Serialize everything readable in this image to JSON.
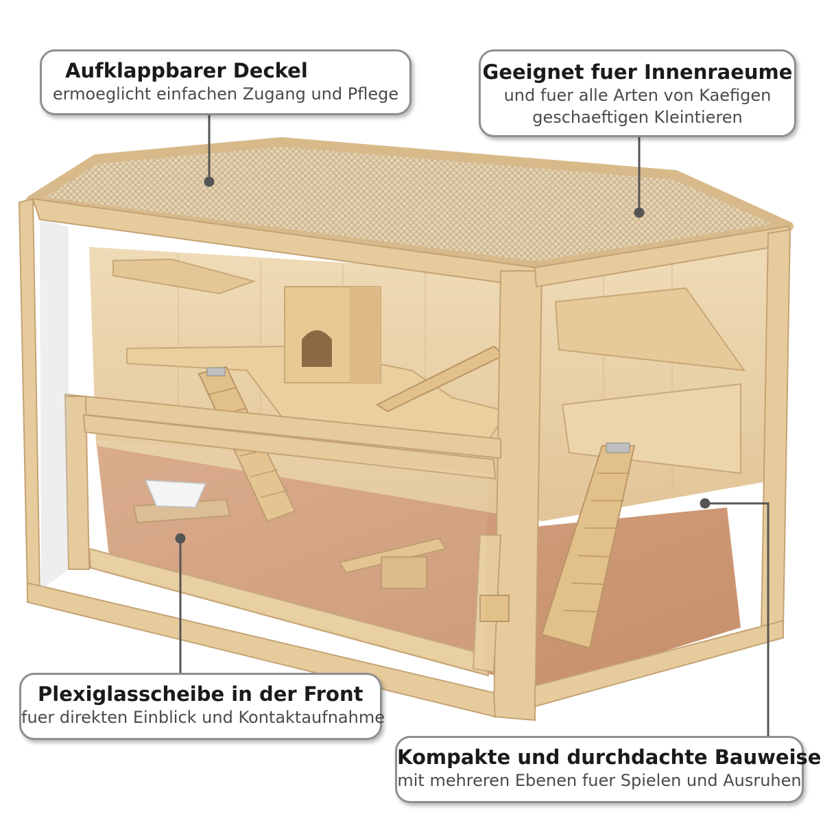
{
  "callouts": {
    "lid": {
      "title": "Aufklappbarer Deckel",
      "subtitle": "ermoeglicht einfachen Zugang und Pflege"
    },
    "indoor": {
      "title": "Geeignet fuer Innenraeume",
      "line1": "und fuer alle Arten von Kaefigen",
      "line2": "geschaeftigen Kleintieren"
    },
    "front": {
      "title": "Plexiglasscheibe in der Front",
      "subtitle": "fuer direkten Einblick und Kontaktaufnahme"
    },
    "build": {
      "title": "Kompakte und durchdachte Bauweise",
      "subtitle": "mit mehreren Ebenen fuer Spielen und Ausruhen"
    }
  },
  "colors": {
    "wood_light": "#e9d2a8",
    "wood_mid": "#d8b98a",
    "wood_dark": "#b99567",
    "floor": "#cf9a78",
    "mesh": "#9c8a73",
    "callout_border": "#8e8e8e",
    "leader_line": "#555555"
  }
}
